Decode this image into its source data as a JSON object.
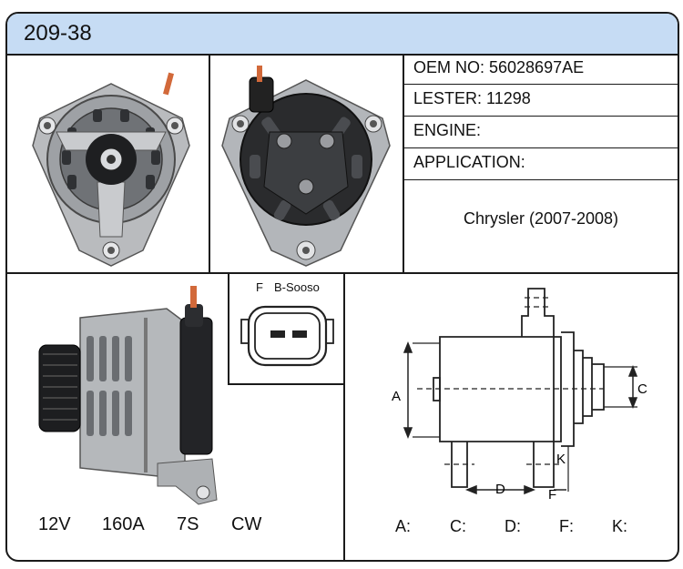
{
  "header": {
    "part_number": "209-38"
  },
  "info": {
    "oem": "OEM NO: 56028697AE",
    "lester": "LESTER: 11298",
    "engine": "ENGINE:",
    "application_label": "APPLICATION:",
    "application_value": "Chrysler (2007-2008)"
  },
  "connector": {
    "pin_f": "F",
    "pin_b": "B-Sooso"
  },
  "specs": {
    "voltage": "12V",
    "amperage": "160A",
    "pulley": "7S",
    "rotation": "CW"
  },
  "dimensions": {
    "drawing_labels": {
      "a": "A",
      "c": "C",
      "d": "D",
      "f": "F",
      "k": "K"
    },
    "value_labels": {
      "a": "A:",
      "c": "C:",
      "d": "D:",
      "f": "F:",
      "k": "K:"
    }
  },
  "colors": {
    "header_bg": "#c6dcf4",
    "border": "#1a1a1a",
    "accent_terminal": "#d2693a"
  }
}
